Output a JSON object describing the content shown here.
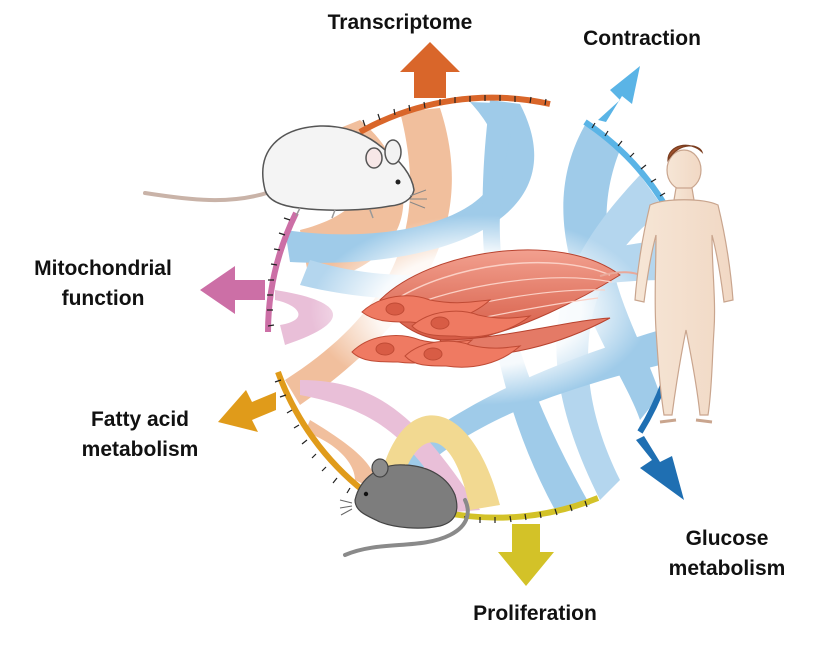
{
  "labels": {
    "transcriptome": "Transcriptome",
    "contraction": "Contraction",
    "mitochondrial_line1": "Mitochondrial",
    "mitochondrial_line2": "function",
    "fatty_line1": "Fatty acid",
    "fatty_line2": "metabolism",
    "glucose_line1": "Glucose",
    "glucose_line2": "metabolism",
    "proliferation": "Proliferation"
  },
  "colors": {
    "transcriptome": "#d9662a",
    "contraction": "#5ab4e6",
    "mitochondrial": "#cc6fa6",
    "fatty_acid": "#e09b1a",
    "glucose": "#1f6fb2",
    "proliferation": "#d3c228",
    "ribbon_blue": "#8fc3e6",
    "ribbon_orange": "#efb58c",
    "ribbon_pink": "#e6b5d2",
    "ribbon_yellow": "#f0d37e",
    "muscle": "#e8735c"
  },
  "icons": [
    "rat-icon",
    "human-icon",
    "mouse-icon",
    "muscle-fiber-icon",
    "muscle-cells-icon"
  ]
}
